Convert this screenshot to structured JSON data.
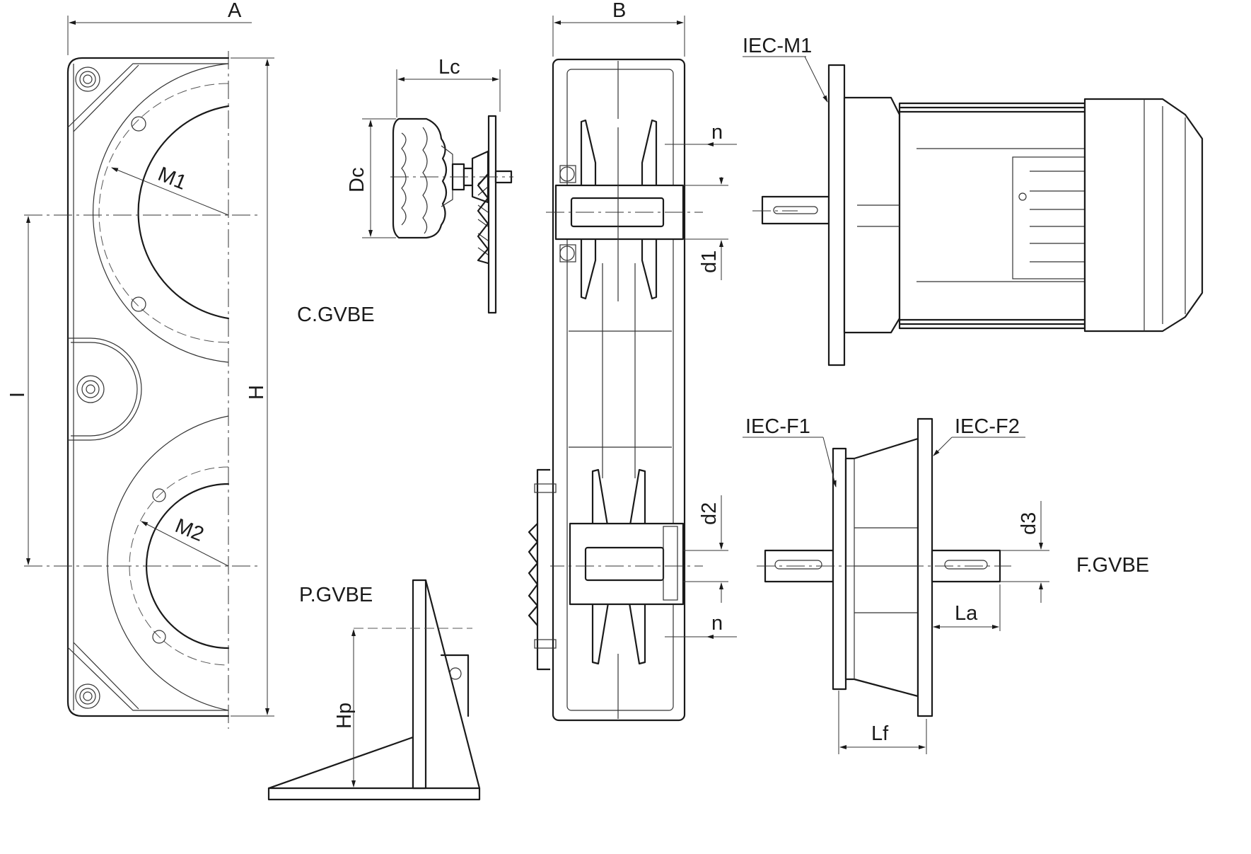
{
  "labels": {
    "A": "A",
    "B": "B",
    "H": "H",
    "I": "I",
    "M1": "M1",
    "M2": "M2",
    "Lc": "Lc",
    "Dc": "Dc",
    "C_GVBE": "C.GVBE",
    "P_GVBE": "P.GVBE",
    "F_GVBE": "F.GVBE",
    "Hp": "Hp",
    "n_top": "n",
    "n_bottom": "n",
    "d1": "d1",
    "d2": "d2",
    "d3": "d3",
    "IEC_M1": "IEC-M1",
    "IEC_F1": "IEC-F1",
    "IEC_F2": "IEC-F2",
    "La": "La",
    "Lf": "Lf"
  }
}
